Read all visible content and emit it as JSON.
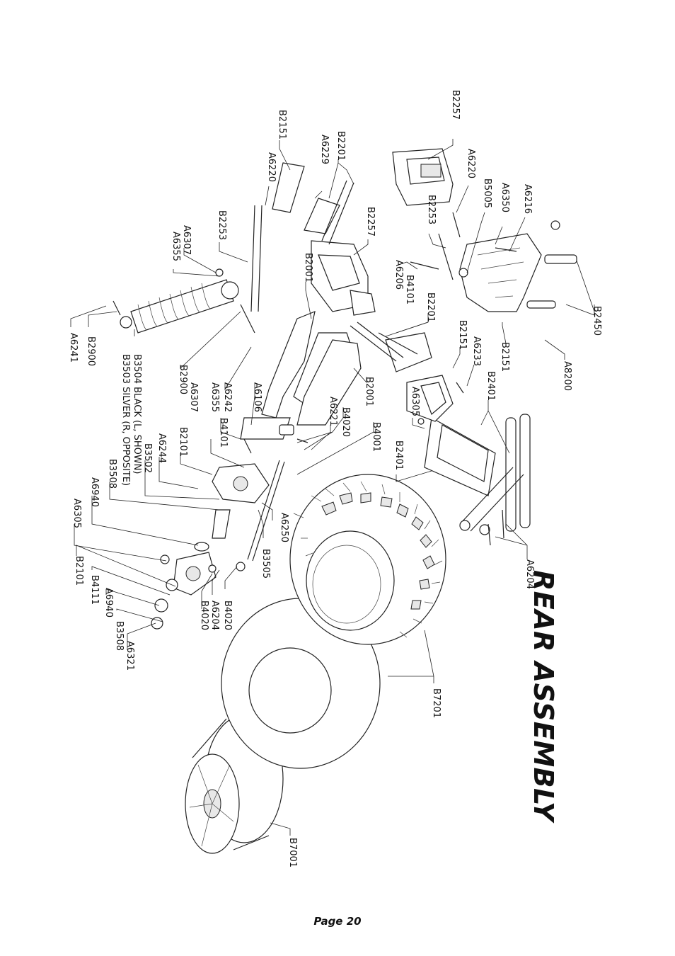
{
  "title": "REAR ASSEMBLY",
  "footer": "Page 20",
  "labels": [
    {
      "id": "b2257-top",
      "text": "B2257"
    },
    {
      "id": "b2151-top",
      "text": "B2151"
    },
    {
      "id": "a6229",
      "text": "A6229"
    },
    {
      "id": "b2201-top",
      "text": "B2201"
    },
    {
      "id": "a6220-left",
      "text": "A6220"
    },
    {
      "id": "a6220-right",
      "text": "A6220"
    },
    {
      "id": "b5005",
      "text": "B5005"
    },
    {
      "id": "a6350",
      "text": "A6350"
    },
    {
      "id": "a6216",
      "text": "A6216"
    },
    {
      "id": "b2253-left",
      "text": "B2253"
    },
    {
      "id": "b2253-right",
      "text": "B2253"
    },
    {
      "id": "a6307-top",
      "text": "A6307"
    },
    {
      "id": "a6355-top",
      "text": "A6355"
    },
    {
      "id": "b2257-mid",
      "text": "B2257"
    },
    {
      "id": "b2001-top",
      "text": "B2001"
    },
    {
      "id": "b4101-mid",
      "text": "B4101"
    },
    {
      "id": "a6206",
      "text": "A6206"
    },
    {
      "id": "b2201-mid",
      "text": "B2201"
    },
    {
      "id": "b2151-mid",
      "text": "B2151"
    },
    {
      "id": "a6233",
      "text": "A6233"
    },
    {
      "id": "b2151-right",
      "text": "B2151"
    },
    {
      "id": "b2450",
      "text": "B2450"
    },
    {
      "id": "a8200",
      "text": "A8200"
    },
    {
      "id": "b2401-right",
      "text": "B2401"
    },
    {
      "id": "a6305-mid",
      "text": "A6305"
    },
    {
      "id": "b2401-mid",
      "text": "B2401"
    },
    {
      "id": "b2001-mid",
      "text": "B2001"
    },
    {
      "id": "b4020-top",
      "text": "B4020"
    },
    {
      "id": "a6221",
      "text": "A6221"
    },
    {
      "id": "b4001",
      "text": "B4001"
    },
    {
      "id": "a6106",
      "text": "A6106"
    },
    {
      "id": "a6242",
      "text": "A6242"
    },
    {
      "id": "b4101-low",
      "text": "B4101"
    },
    {
      "id": "a6307-low",
      "text": "A6307"
    },
    {
      "id": "a6355-low",
      "text": "A6355"
    },
    {
      "id": "b2900-mid",
      "text": "B2900"
    },
    {
      "id": "b3504",
      "text": "B3504 BLACK (L, SHOWN)"
    },
    {
      "id": "b3503",
      "text": "B3503 SILVER (R, OPPOSITE)"
    },
    {
      "id": "b2900-left",
      "text": "B2900"
    },
    {
      "id": "a6241",
      "text": "A6241"
    },
    {
      "id": "b2101-top",
      "text": "B2101"
    },
    {
      "id": "a6244",
      "text": "A6244"
    },
    {
      "id": "b3502",
      "text": "B3502"
    },
    {
      "id": "b3508-top",
      "text": "B3508"
    },
    {
      "id": "a6940-top",
      "text": "A6940"
    },
    {
      "id": "a6305-low",
      "text": "A6305"
    },
    {
      "id": "a6250",
      "text": "A6250"
    },
    {
      "id": "b3505",
      "text": "B3505"
    },
    {
      "id": "b2101-low",
      "text": "B2101"
    },
    {
      "id": "b4111",
      "text": "B4111"
    },
    {
      "id": "a6940-low",
      "text": "A6940"
    },
    {
      "id": "b3508-low",
      "text": "B3508"
    },
    {
      "id": "a6321",
      "text": "A6321"
    },
    {
      "id": "b4020-low",
      "text": "B4020"
    },
    {
      "id": "a6204-low",
      "text": "A6204"
    },
    {
      "id": "b4020-bot",
      "text": "B4020"
    },
    {
      "id": "a6204-right",
      "text": "A6204"
    },
    {
      "id": "b7201",
      "text": "B7201"
    },
    {
      "id": "b7001",
      "text": "B7001"
    }
  ]
}
